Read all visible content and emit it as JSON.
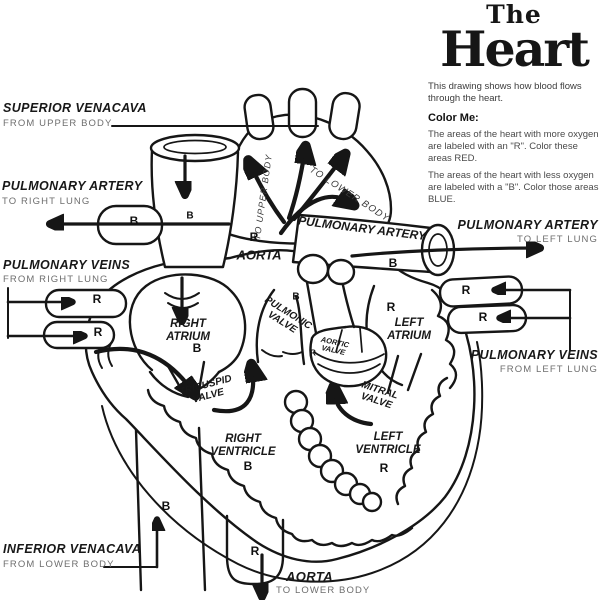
{
  "title": {
    "line1": "The",
    "line2": "Heart"
  },
  "description": {
    "intro": "This drawing shows how blood flows through the heart.",
    "color_me_heading": "Color Me:",
    "red_instruction": "The areas of the heart with more oxygen are labeled with an \"R\". Color these areas RED.",
    "blue_instruction": "The areas of the heart with less oxygen are labeled with a \"B\". Color those areas BLUE."
  },
  "vessel_labels": {
    "superior_venacava": {
      "title": "SUPERIOR VENACAVA",
      "subtitle": "FROM UPPER BODY"
    },
    "pulmonary_artery_right": {
      "title": "PULMONARY ARTERY",
      "subtitle": "TO RIGHT LUNG"
    },
    "pulmonary_veins_right": {
      "title": "PULMONARY VEINS",
      "subtitle": "FROM RIGHT LUNG"
    },
    "pulmonary_artery_left": {
      "title": "PULMONARY ARTERY",
      "subtitle": "TO LEFT LUNG"
    },
    "pulmonary_veins_left": {
      "title": "PULMONARY VEINS",
      "subtitle": "FROM LEFT LUNG"
    },
    "inferior_venacava": {
      "title": "INFERIOR VENACAVA",
      "subtitle": "FROM LOWER BODY"
    },
    "aorta_lower": {
      "title": "AORTA",
      "subtitle": "TO LOWER BODY"
    },
    "aorta": "AORTA",
    "pulmonary_artery_main": "PULMONARY ARTERY",
    "to_upper_body": "TO UPPER BODY",
    "to_lower_body": "TO LOWER BODY"
  },
  "chamber_labels": {
    "right_atrium": "RIGHT ATRIUM",
    "left_atrium": "LEFT ATRIUM",
    "right_ventricle": "RIGHT VENTRICLE",
    "left_ventricle": "LEFT VENTRICLE"
  },
  "valve_labels": {
    "tricuspid": "TRICUSPID VALVE",
    "mitral": "MITRAL VALVE",
    "pulmonic": "PULMONIC VALVE",
    "aortic": "AORTIC VALVE"
  },
  "blood_markers": {
    "oxygenated": "R",
    "deoxygenated": "B"
  },
  "colors": {
    "ink": "#161616",
    "muted_text": "#6e6e6e",
    "background": "#ffffff"
  }
}
